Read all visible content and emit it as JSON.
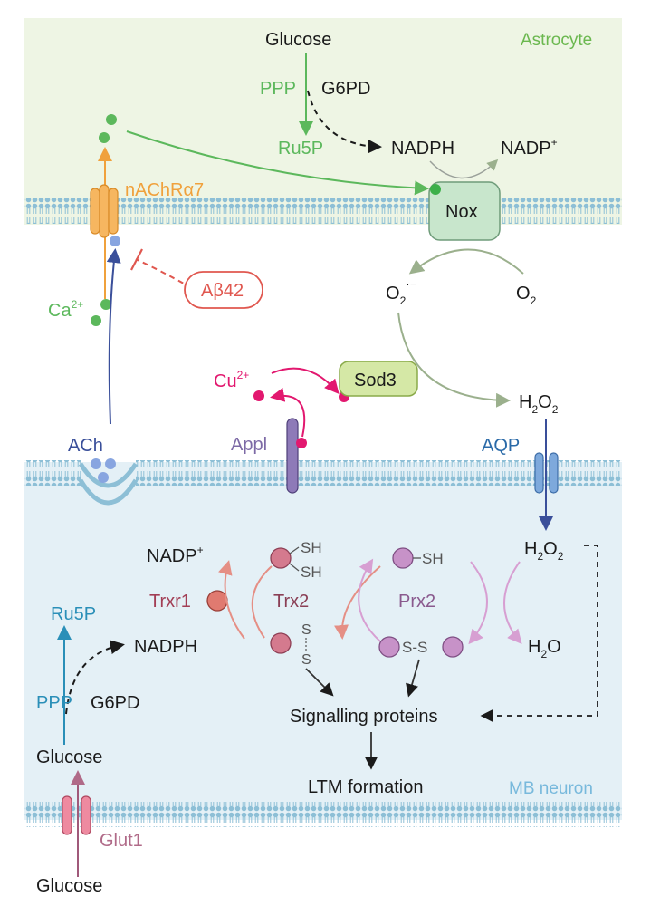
{
  "labels": {
    "astrocyte": "Astrocyte",
    "mb_neuron": "MB neuron",
    "glucose_astro": "Glucose",
    "ppp_astro": "PPP",
    "g6pd_astro": "G6PD",
    "ru5p_astro": "Ru5P",
    "nadph_astro": "NADPH",
    "nadp_astro": "NADP",
    "nadp_astro_sup": "+",
    "nox": "Nox",
    "nachr": "nAChRα7",
    "abeta": "Aβ42",
    "ca": "Ca",
    "ca_sup": "2+",
    "o2_superoxide": "O",
    "o2_superoxide_sub": "2",
    "o2_superoxide_sup": "·−",
    "o2": "O",
    "o2_sub": "2",
    "cu": "Cu",
    "cu_sup": "2+",
    "sod3": "Sod3",
    "h2o2_top_h": "H",
    "h2o2_top_sub1": "2",
    "h2o2_top_o": "O",
    "h2o2_top_sub2": "2",
    "ach": "ACh",
    "appl": "Appl",
    "aqp": "AQP",
    "nadp_neuron": "NADP",
    "nadp_neuron_sup": "+",
    "sh1": "SH",
    "sh2": "SH",
    "sh3": "SH",
    "s1": "S",
    "s2": "S",
    "ss": "S-S",
    "h2o2_neuron_h": "H",
    "h2o2_neuron_sub1": "2",
    "h2o2_neuron_o": "O",
    "h2o2_neuron_sub2": "2",
    "trxr1": "Trxr1",
    "trx2": "Trx2",
    "prx2": "Prx2",
    "ru5p_neuron": "Ru5P",
    "nadph_neuron": "NADPH",
    "h2o_h": "H",
    "h2o_sub": "2",
    "h2o_o": "O",
    "ppp_neuron": "PPP",
    "g6pd_neuron": "G6PD",
    "signalling": "Signalling proteins",
    "glucose_neuron": "Glucose",
    "ltm": "LTM formation",
    "glut1": "Glut1",
    "glucose_bottom": "Glucose"
  },
  "colors": {
    "astrocyte_bg": "#eef5e4",
    "neuron_bg": "#e4f0f6",
    "membrane": "#8dbfd6",
    "green": "#5cb85c",
    "green_dark": "#4aa64a",
    "orange": "#f0a13c",
    "red_inhibit": "#e0574f",
    "magenta": "#e2186f",
    "purple": "#7d6aa6",
    "navy": "#3a4f9a",
    "sage": "#9bb08d",
    "teal": "#2a8fb8",
    "pink_arrow": "#e58f85",
    "lilac_arrow": "#d79fd2",
    "mauve": "#c77b9a",
    "nox_fill": "#c8e6cc",
    "sod3_fill": "#d5e8a6"
  }
}
